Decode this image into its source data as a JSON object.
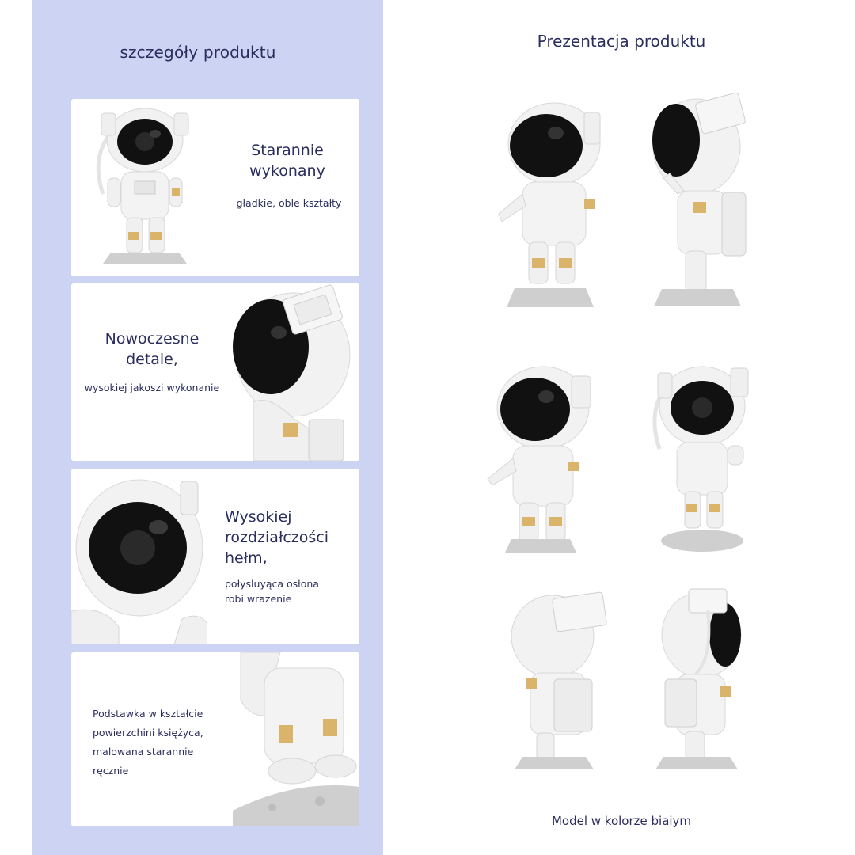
{
  "left": {
    "title": "szczegóły produktu",
    "cards": [
      {
        "heading": [
          "Starannie",
          "wykonany"
        ],
        "sub": [
          "gładkie, oble kształty"
        ]
      },
      {
        "heading": [
          "Nowoczesne",
          "detale,"
        ],
        "sub": [
          "wysokiej jakoszi wykonanie"
        ]
      },
      {
        "heading": [
          "Wysokiej",
          "rozdziałczości",
          "hełm,"
        ],
        "sub": [
          "połysluyąca osłona",
          "robi wrazenie"
        ]
      },
      {
        "heading": [],
        "sub": [
          "Podstawka w kształcie",
          "powierzchini księżyca,",
          "malowana starannie",
          "ręcznie"
        ]
      }
    ]
  },
  "right": {
    "title": "Prezentacja produktu",
    "caption": "Model w kolorze biaiym"
  },
  "colors": {
    "panel": "#ccd3f3",
    "text": "#2b2d5e",
    "accent_gold": "#d9b46a",
    "visor": "#111111",
    "body": "#f2f2f2"
  }
}
